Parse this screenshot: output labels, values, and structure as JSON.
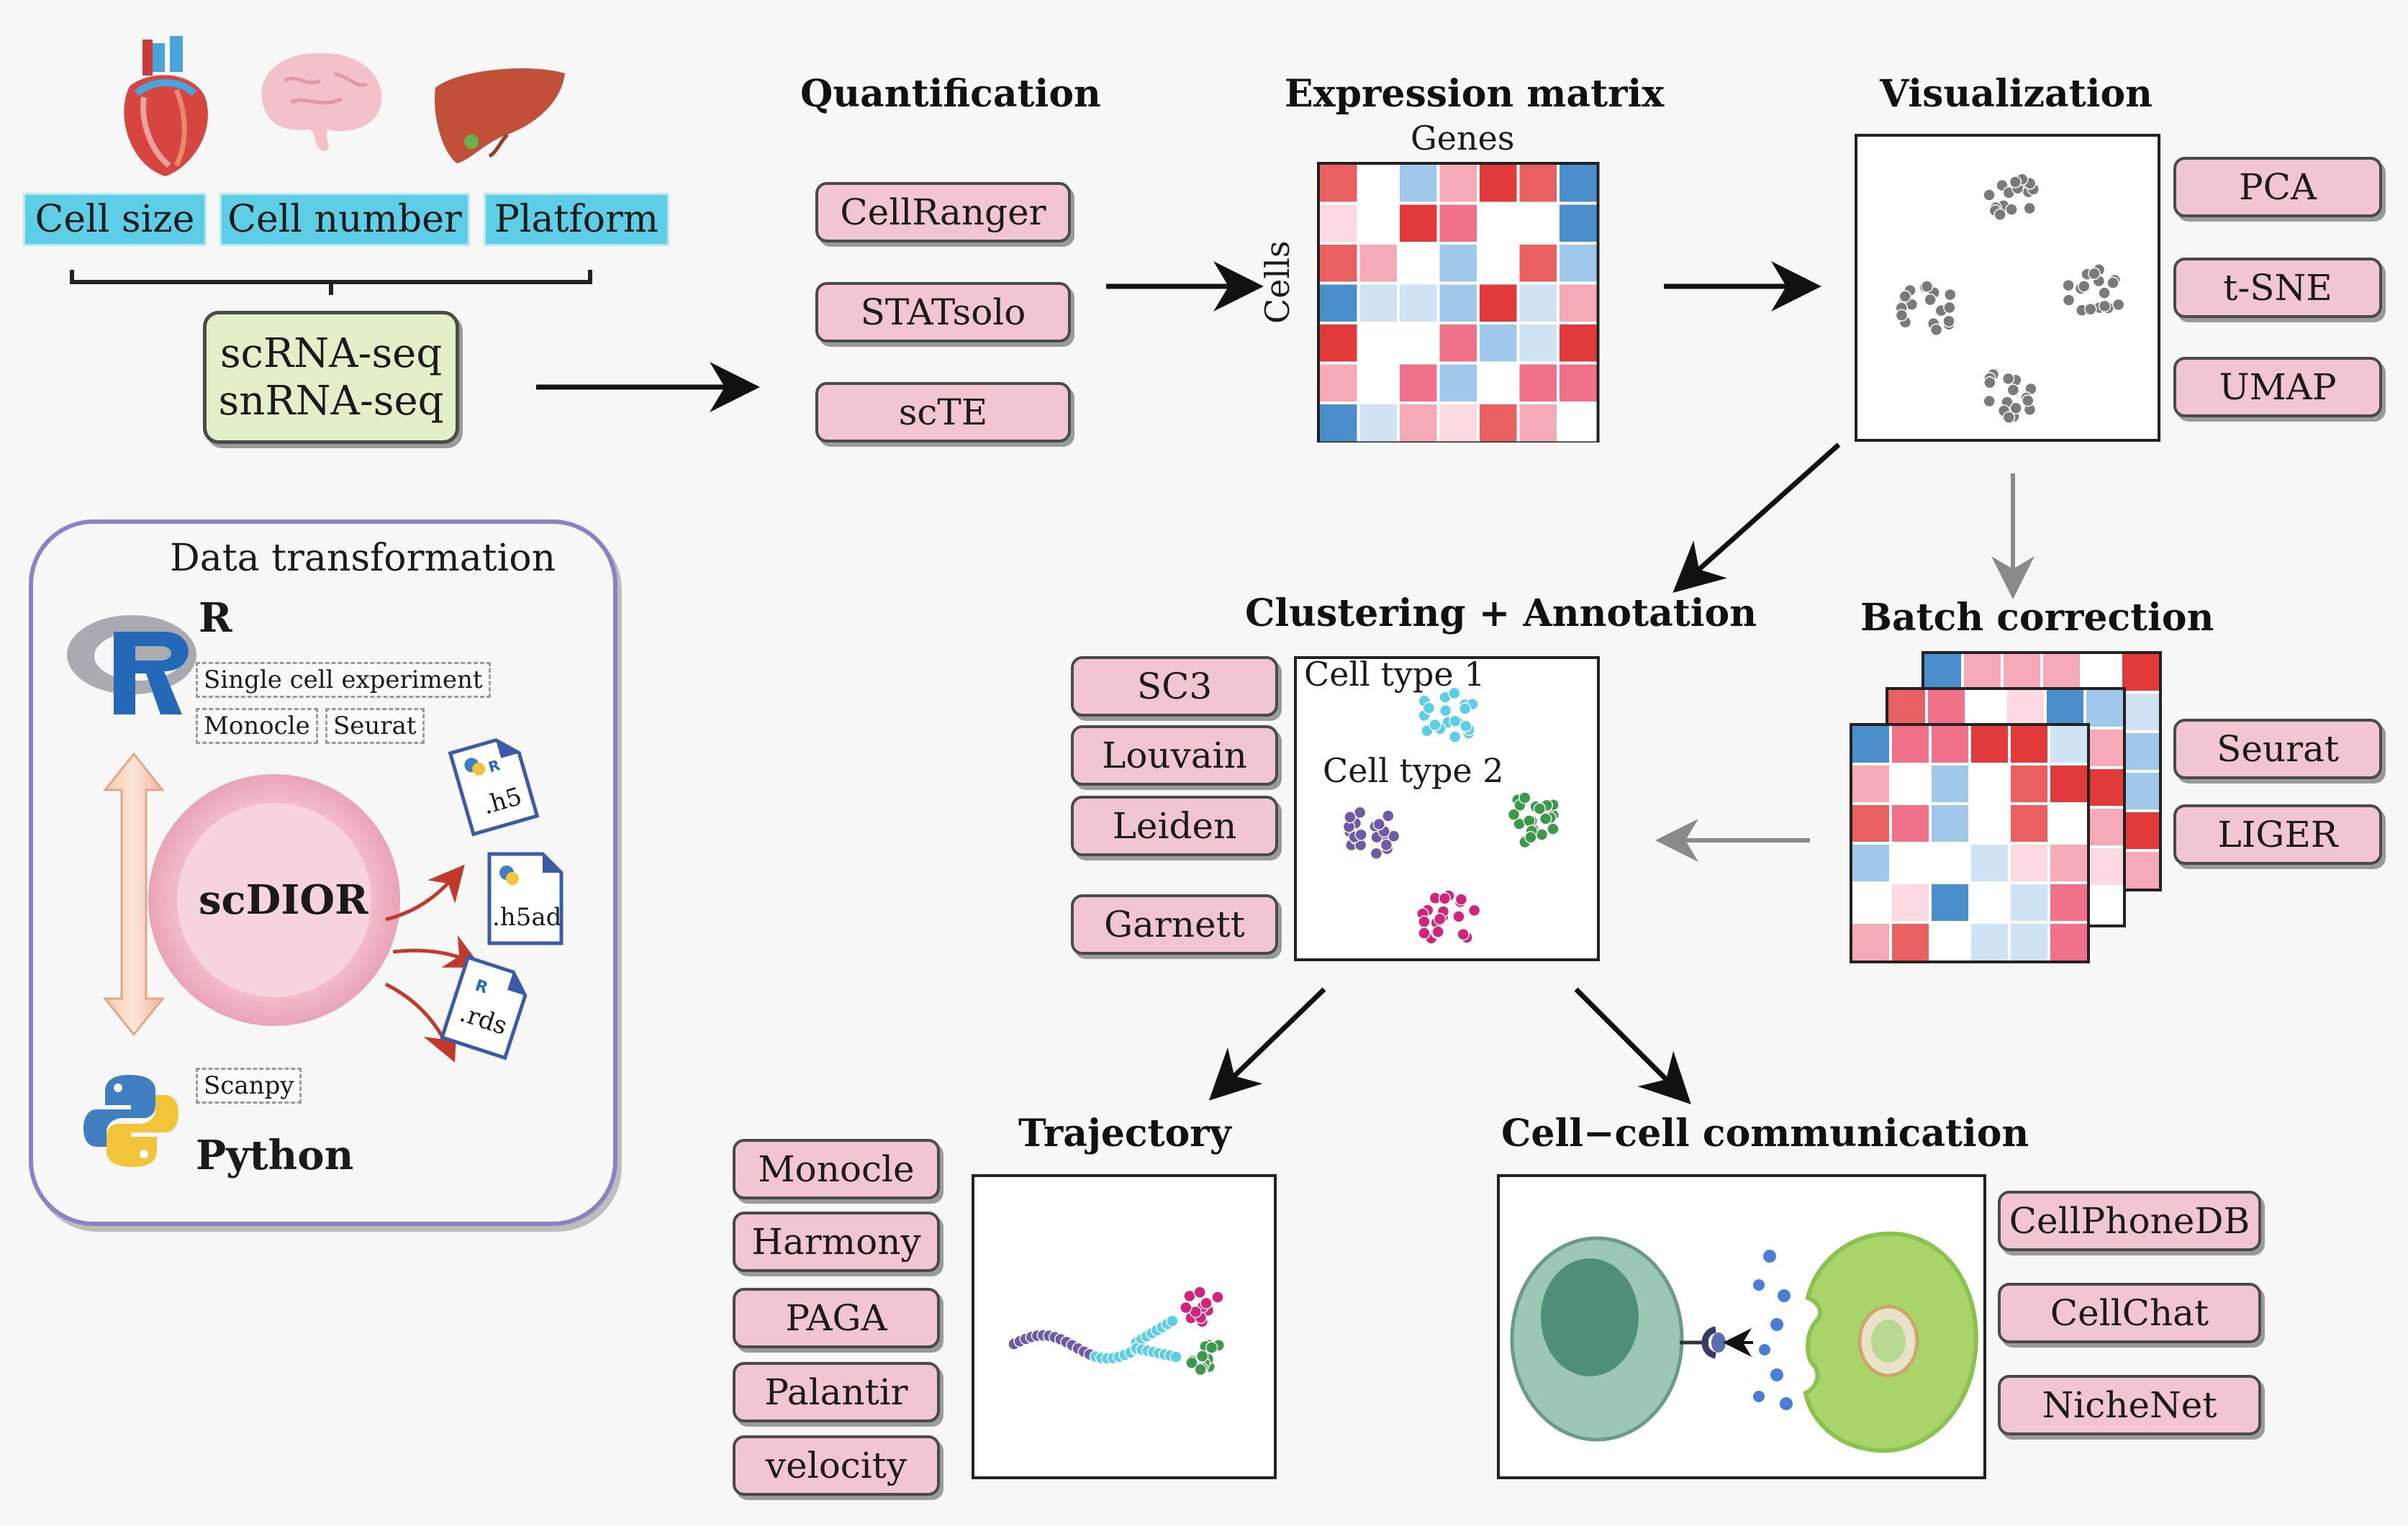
{
  "organ_icons": [
    "heart-icon",
    "brain-icon",
    "liver-icon"
  ],
  "attributes": [
    "Cell size",
    "Cell number",
    "Platform"
  ],
  "seq_types": [
    "scRNA-seq",
    "snRNA-seq"
  ],
  "quantification": {
    "title": "Quantification",
    "tools": [
      "CellRanger",
      "STATsolo",
      "scTE"
    ]
  },
  "expression_matrix": {
    "title": "Expression matrix",
    "cols_label": "Genes",
    "rows_label": "Cells"
  },
  "visualization": {
    "title": "Visualization",
    "tools": [
      "PCA",
      "t-SNE",
      "UMAP"
    ]
  },
  "batch_correction": {
    "title": "Batch correction",
    "tools": [
      "Seurat",
      "LIGER"
    ]
  },
  "clustering": {
    "title": "Clustering + Annotation",
    "tools": [
      "SC3",
      "Louvain",
      "Leiden",
      "Garnett"
    ],
    "labels": [
      "Cell type 1",
      "Cell type 2"
    ]
  },
  "trajectory": {
    "title": "Trajectory",
    "tools": [
      "Monocle",
      "Harmony",
      "PAGA",
      "Palantir",
      "velocity"
    ]
  },
  "communication": {
    "title": "Cell−cell communication",
    "tools": [
      "CellPhoneDB",
      "CellChat",
      "NicheNet"
    ]
  },
  "data_transformation": {
    "title": "Data transformation",
    "r_label": "R",
    "r_formats": [
      "Single cell experiment",
      "Monocle",
      "Seurat"
    ],
    "center": "scDIOR",
    "files": [
      ".h5",
      ".h5ad",
      ".rds"
    ],
    "python_formats": [
      "Scanpy"
    ],
    "python_label": "Python"
  },
  "colors": {
    "tool_fill": "#f1c6d2",
    "attr_fill": "#5ecde6",
    "seq_fill": "#e3efc6",
    "cluster_cyan": "#5ccfe6",
    "cluster_purple": "#6e5aa8",
    "cluster_green": "#3a9a4a",
    "cluster_magenta": "#d1247a",
    "dot_gray": "#7a7a7a"
  }
}
